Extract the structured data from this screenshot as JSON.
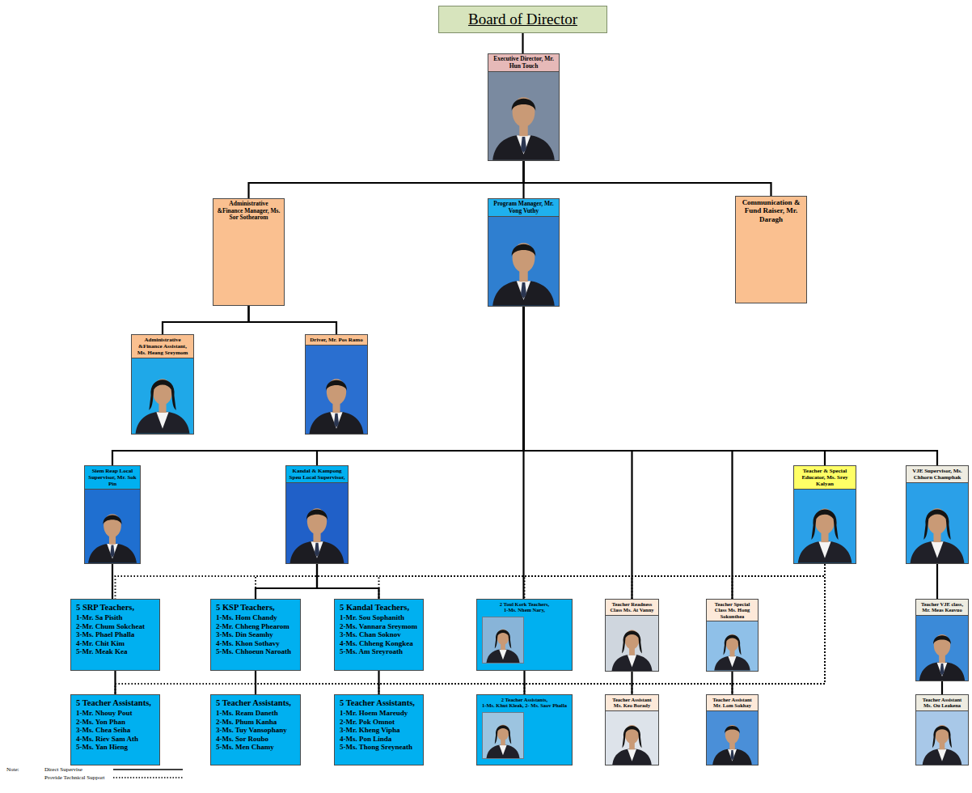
{
  "diagram": {
    "nodes": [
      {
        "text": [
          "Board of Director"
        ]
      },
      {
        "text": [
          "Executive Director, Mr. Hun Touch"
        ]
      },
      {
        "text": [
          "Administrative &Finance Manager, Ms. Sor Sothearom"
        ]
      },
      {
        "text": [
          "Program Manager, Mr. Vong Vuthy"
        ]
      },
      {
        "text": [
          "Communication & Fund Raiser, Mr. Daragh"
        ]
      },
      {
        "text": [
          "Administrative &Finance Assistant, Ms. Heang Sreymom"
        ]
      },
      {
        "text": [
          "Driver, Mr. Pos Ramo"
        ]
      },
      {
        "text": [
          "Siem Reap Local Supervisor, Mr. Sok Pin"
        ]
      },
      {
        "text": [
          "Kandal & Kampong Speu Local Supervisor,"
        ]
      },
      {
        "text": [
          "Teacher & Special Educator, Ms. Srey Kalyan"
        ]
      },
      {
        "text": [
          "VJE Supervisor, Ms. Chhorn Champhak"
        ]
      },
      {
        "text": [
          "5 SRP Teachers,",
          "1-Mr. Sa Pisith",
          "2-Mr. Chum Sokcheat",
          "3-Ms. Phael Phalla",
          "4-Mr. Chit Kim",
          "5-Mr. Meak Kea"
        ]
      },
      {
        "text": [
          "5 KSP Teachers,",
          "1-Ms. Hom Chandy",
          "2-Mr. Chheng Phearom",
          "3-Ms. Din Seamhy",
          "4-Ms. Khon Sothavy",
          "5-Ms. Chhoeun Naroath"
        ]
      },
      {
        "text": [
          "5 Kandal Teachers,",
          "1-Mr. Sou Sophanith",
          "2-Ms. Vannara Sreymom",
          "3-Ms. Chan Soknov",
          "4-Ms. Chheng Kongkea",
          "5-Ms. Am Sreyroath"
        ]
      },
      {
        "text": [
          "2 Toul Kork Teachers,",
          "1-Ms. Nhem Nary,"
        ]
      },
      {
        "text": [
          "Teacher Readness Class Ms. At Vanny"
        ]
      },
      {
        "text": [
          "Teacher Special Class Ms. Hong Sokunthea"
        ]
      },
      {
        "text": [
          "Teacher VJE class, Mr. Meas Keavuo"
        ]
      },
      {
        "text": [
          "5 Teacher Assistants,",
          "1-Mr. Nhouy Pout",
          "2-Ms. Yon Phan",
          "3-Ms. Chea Seiha",
          "4-Ms. Riev Sam Ath",
          "5-Ms. Yan Hieng"
        ]
      },
      {
        "text": [
          "5 Teacher Assistants,",
          "1-Ms. Ream Daneth",
          "2-Ms. Phum Kanha",
          "3-Ms. Tuy Vansophany",
          "4-Ms. Sor Roubo",
          "5-Ms. Men Chamy"
        ]
      },
      {
        "text": [
          "5 Teacher Assistants,",
          "1-Mr. Hoem Mareudy",
          "2-Mr. Pok Omnot",
          "3-Mr. Kheng Vipha",
          "4-Ms. Pon Linda",
          "5-Ms. Thong Sreyneath"
        ]
      },
      {
        "text": [
          "2 Teacher Assistants,",
          "1-Ms. Khut Kleak, 2- Ms. Saov Phalla"
        ]
      },
      {
        "text": [
          "Teacher Assistant Ms. Keo Borady"
        ]
      },
      {
        "text": [
          "Teacher Assistant Mr. Lom Sokhay"
        ]
      },
      {
        "text": [
          "Teacher Assistant Ms. Ou Leakena"
        ]
      }
    ],
    "edges": [
      {
        "from": 0,
        "to": 1,
        "arrow": "none"
      },
      {
        "from": 1,
        "to": 2,
        "arrow": "none"
      },
      {
        "from": 1,
        "to": 3,
        "arrow": "none"
      },
      {
        "from": 1,
        "to": 4,
        "arrow": "none"
      },
      {
        "from": 2,
        "to": 5,
        "arrow": "none"
      },
      {
        "from": 2,
        "to": 6,
        "arrow": "none"
      },
      {
        "from": 3,
        "to": 7,
        "arrow": "none"
      },
      {
        "from": 3,
        "to": 8,
        "arrow": "none"
      },
      {
        "from": 3,
        "to": 14,
        "arrow": "none"
      },
      {
        "from": 3,
        "to": 15,
        "arrow": "none"
      },
      {
        "from": 3,
        "to": 16,
        "arrow": "none"
      },
      {
        "from": 3,
        "to": 9,
        "arrow": "none"
      },
      {
        "from": 3,
        "to": 10,
        "arrow": "none"
      },
      {
        "from": 7,
        "to": 11,
        "arrow": "none"
      },
      {
        "from": 8,
        "to": 12,
        "arrow": "none"
      },
      {
        "from": 8,
        "to": 13,
        "arrow": "none"
      },
      {
        "from": 10,
        "to": 17,
        "arrow": "none"
      },
      {
        "from": 11,
        "to": 18,
        "arrow": "none"
      },
      {
        "from": 12,
        "to": 19,
        "arrow": "none"
      },
      {
        "from": 13,
        "to": 20,
        "arrow": "none"
      },
      {
        "from": 14,
        "to": 21,
        "arrow": "none"
      },
      {
        "from": 15,
        "to": 22,
        "arrow": "none"
      },
      {
        "from": 16,
        "to": 23,
        "arrow": "none"
      },
      {
        "from": 17,
        "to": 24,
        "arrow": "none"
      },
      {
        "from": 9,
        "to": 11,
        "arrow": "none"
      },
      {
        "from": 9,
        "to": 12,
        "arrow": "none"
      },
      {
        "from": 9,
        "to": 13,
        "arrow": "none"
      },
      {
        "from": 9,
        "to": 14,
        "arrow": "none"
      },
      {
        "from": 9,
        "to": 15,
        "arrow": "none"
      },
      {
        "from": 9,
        "to": 16,
        "arrow": "none"
      },
      {
        "from": 9,
        "to": 18,
        "arrow": "none"
      },
      {
        "from": 9,
        "to": 19,
        "arrow": "none"
      },
      {
        "from": 9,
        "to": 20,
        "arrow": "none"
      },
      {
        "from": 9,
        "to": 21,
        "arrow": "none"
      },
      {
        "from": 9,
        "to": 22,
        "arrow": "none"
      },
      {
        "from": 9,
        "to": 23,
        "arrow": "none"
      }
    ],
    "labels": [
      "Note:"
    ],
    "legend": [
      {
        "text": "Direct Supervise"
      },
      {
        "text": "Provide Technical Support"
      }
    ]
  }
}
